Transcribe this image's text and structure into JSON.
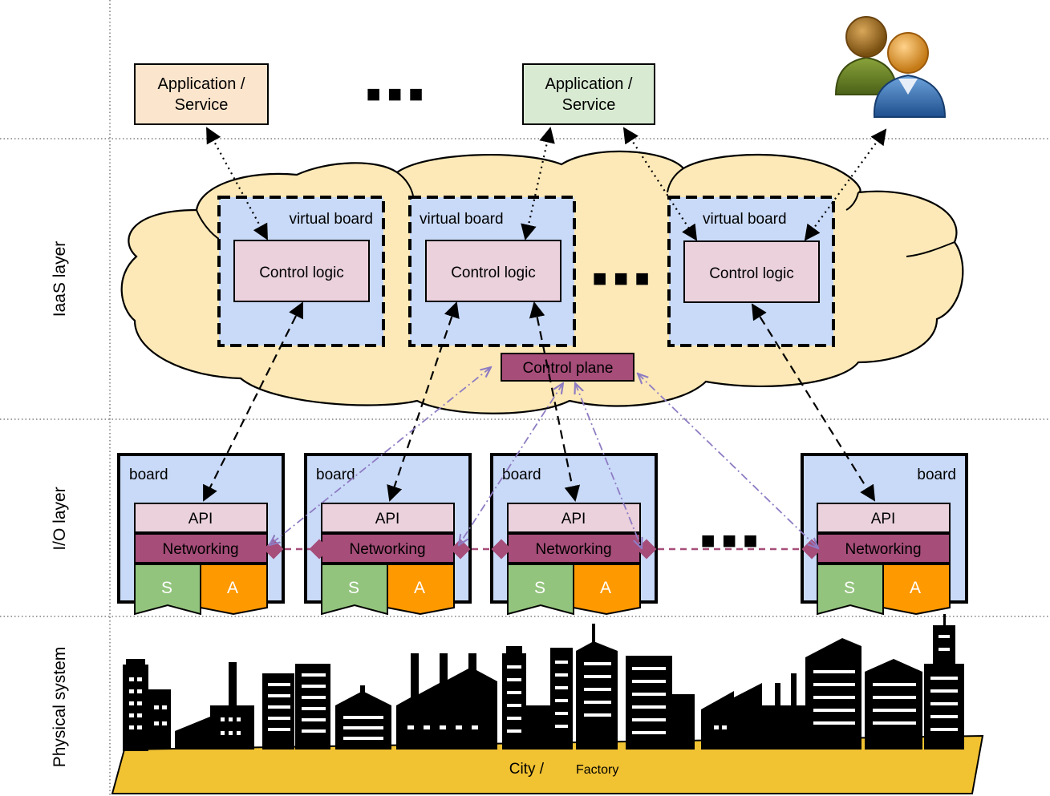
{
  "layers": {
    "iaas": "IaaS layer",
    "io": "I/O layer",
    "physical": "Physical system"
  },
  "apps": {
    "left": {
      "line1": "Application /",
      "line2": "Service"
    },
    "right": {
      "line1": "Application /",
      "line2": "Service"
    },
    "ellipsis": "■ ■ ■"
  },
  "virtual_boards": [
    {
      "label": "virtual board",
      "logic": "Control logic"
    },
    {
      "label": "virtual board",
      "logic": "Control logic"
    },
    {
      "label": "virtual board",
      "logic": "Control logic"
    }
  ],
  "cloud": {
    "ellipsis": "■ ■ ■",
    "control_plane": "Control plane"
  },
  "boards": [
    {
      "label": "board",
      "api": "API",
      "net": "Networking",
      "s": "S",
      "a": "A"
    },
    {
      "label": "board",
      "api": "API",
      "net": "Networking",
      "s": "S",
      "a": "A"
    },
    {
      "label": "board",
      "api": "API",
      "net": "Networking",
      "s": "S",
      "a": "A"
    },
    {
      "label": "board",
      "api": "API",
      "net": "Networking",
      "s": "S",
      "a": "A"
    }
  ],
  "io_ellipsis": "■ ■ ■",
  "physical": {
    "city": "City /",
    "factory": "Factory"
  },
  "colors": {
    "app_left": "#fce5cd",
    "app_right": "#d9ead3",
    "cloud": "#fde9b7",
    "virtual_board": "#c9daf8",
    "control_logic": "#ead1dc",
    "control_plane": "#a64d79",
    "board": "#c9daf8",
    "api": "#ead1dc",
    "networking": "#a64d79",
    "sensor": "#93c47d",
    "actuator": "#ff9900",
    "ground": "#f1c232",
    "mgmt_link": "#8e7cc3"
  }
}
